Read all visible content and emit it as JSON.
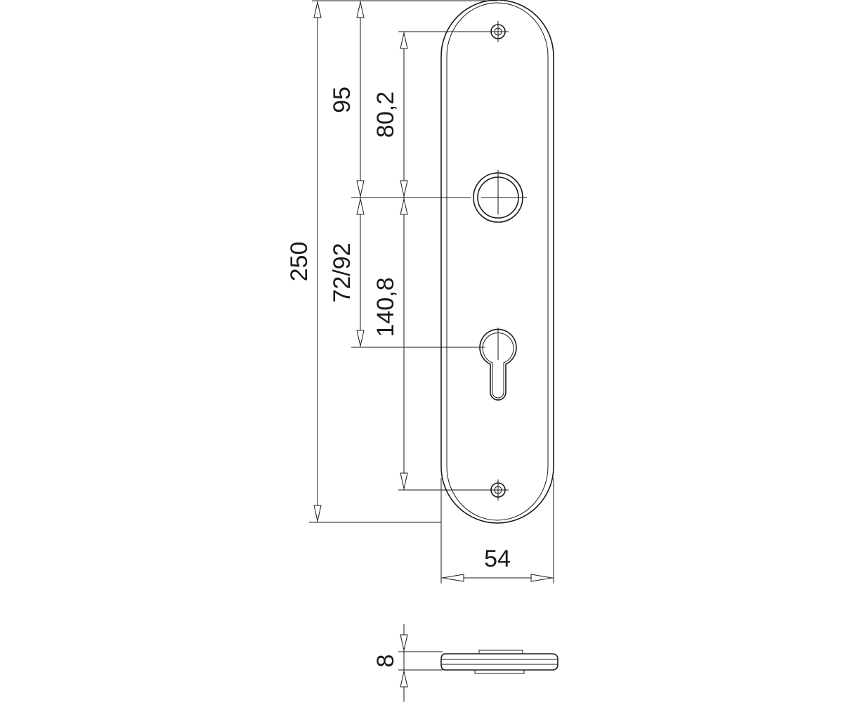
{
  "drawing": {
    "dimensions": {
      "total_height": "250",
      "top_to_handle": "95",
      "handle_to_keyhole": "72/92",
      "top_screw_to_handle": "80,2",
      "handle_to_bottom_screw": "140,8",
      "plate_width": "54",
      "plate_thickness": "8"
    },
    "colors": {
      "line": "#1a1a1a",
      "background": "#ffffff"
    }
  }
}
